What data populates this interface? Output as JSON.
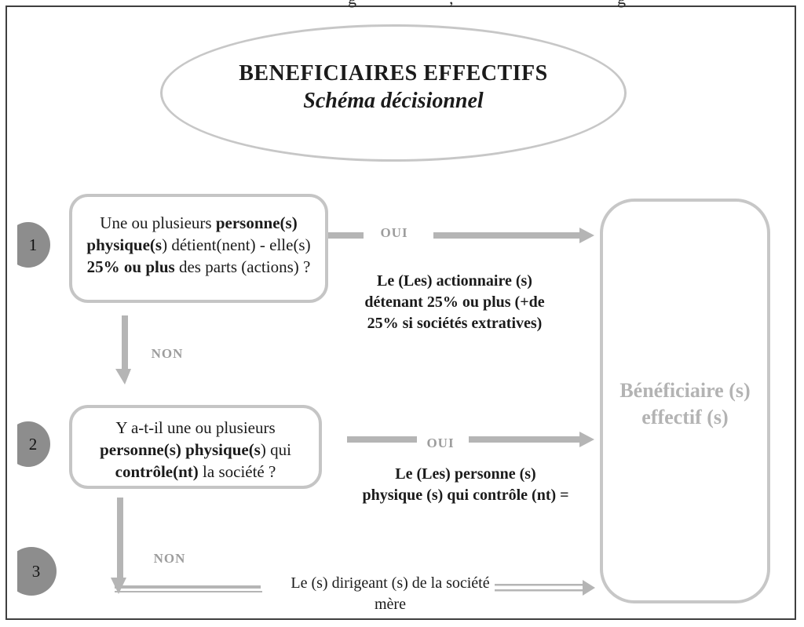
{
  "colors": {
    "frame_dark": "#3f3f3f",
    "shape_border_gray": "#c5c5c5",
    "arrow_gray": "#b5b5b5",
    "answer_label_gray": "#9d9d9d",
    "badge_gray": "#8d8d8d",
    "target_text_gray": "#b3b3b3",
    "text_black": "#1b1b1b"
  },
  "top_artifacts": [
    "g",
    ",",
    "g"
  ],
  "header": {
    "title": "BENEFICIAIRES EFFECTIFS",
    "subtitle": "Schéma décisionnel"
  },
  "steps": {
    "one": {
      "badge": "1",
      "question": [
        [
          {
            "t": "Une ou plusieurs ",
            "b": false
          },
          {
            "t": "personne(s)",
            "b": true
          }
        ],
        [
          {
            "t": "physique(s",
            "b": true
          },
          {
            "t": ") détient(nent) - elle(s)",
            "b": false
          }
        ],
        [
          {
            "t": "25% ou plus",
            "b": true
          },
          {
            "t": " des parts (actions) ?",
            "b": false
          }
        ]
      ],
      "answer_yes": "OUI",
      "answer_no": "NON",
      "result": [
        "Le (Les) actionnaire (s)",
        "détenant 25% ou plus (+de",
        "25% si sociétés extratives)"
      ]
    },
    "two": {
      "badge": "2",
      "question": [
        [
          {
            "t": "Y a-t-il une ou plusieurs",
            "b": false
          }
        ],
        [
          {
            "t": "personne(s) physique(s",
            "b": true
          },
          {
            "t": ") qui",
            "b": false
          }
        ],
        [
          {
            "t": "contrôle(nt)",
            "b": true
          },
          {
            "t": " la société ?",
            "b": false
          }
        ]
      ],
      "answer_yes": "OUI",
      "answer_no": "NON",
      "result": [
        "Le (Les) personne (s)",
        "physique (s) qui contrôle (nt) ="
      ]
    },
    "three": {
      "badge": "3",
      "result": [
        "Le (s) dirigeant (s) de la société",
        "mère"
      ]
    }
  },
  "target": {
    "lines": [
      "Bénéficiaire (s)",
      "effectif (s)"
    ]
  }
}
